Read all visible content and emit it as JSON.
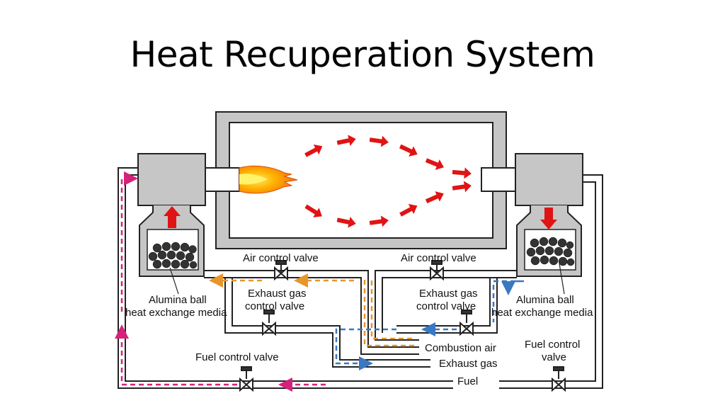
{
  "title": "Heat Recuperation System",
  "labels": {
    "air_valve_left": "Air control valve",
    "air_valve_right": "Air control valve",
    "exhaust_valve_left_1": "Exhaust gas",
    "exhaust_valve_left_2": "control valve",
    "exhaust_valve_right_1": "Exhaust gas",
    "exhaust_valve_right_2": "control valve",
    "media_left_1": "Alumina ball",
    "media_left_2": "heat exchange media",
    "media_right_1": "Alumina ball",
    "media_right_2": "heat exchange media",
    "fuel_valve_left": "Fuel control valve",
    "fuel_valve_right_1": "Fuel control",
    "fuel_valve_right_2": "valve",
    "combustion_air": "Combustion air",
    "exhaust_gas": "Exhaust gas",
    "fuel": "Fuel"
  },
  "colors": {
    "exhaust_flow": "#e8962b",
    "air_flow": "#3a78c2",
    "fuel_flow": "#d6217a",
    "flame_arrows": "#e01414",
    "chamber_fill": "#c6c6c6"
  }
}
